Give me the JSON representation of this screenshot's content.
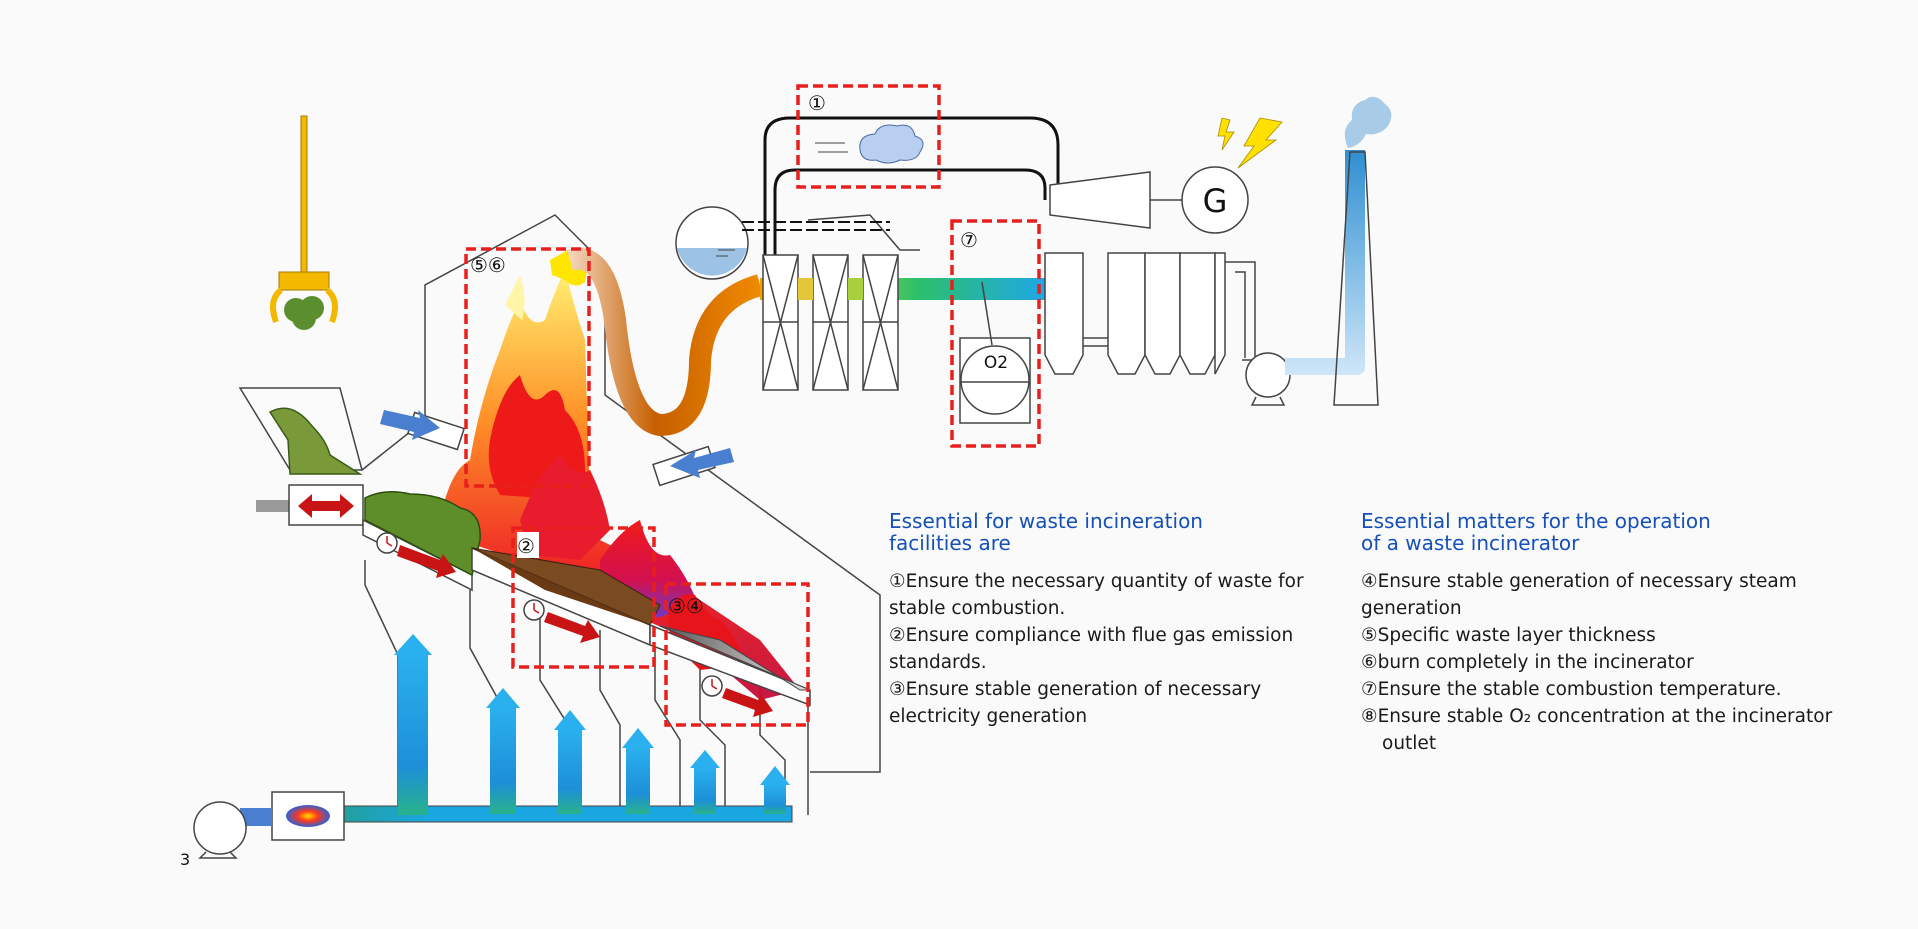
{
  "diagram": {
    "markers": {
      "m1": "①",
      "m2": "②",
      "m34": "③④",
      "m56": "⑤⑥",
      "m7": "⑦"
    },
    "generator_label": "G",
    "o2_label": "O2",
    "page_number": "3",
    "colors": {
      "highlight_box": "#e8201c",
      "heading_blue": "#1550b8",
      "crane_yellow": "#f4b800",
      "air_blue": "#1aa6e0",
      "flame_red": "#e8141c"
    },
    "icons": [
      "crane-grab-icon",
      "generator-icon",
      "lightning-icon",
      "stack-icon",
      "fan-icon",
      "burner-icon",
      "clock-icon",
      "cloud-icon",
      "drum-icon"
    ]
  },
  "left_panel": {
    "heading_line1": "Essential for waste incineration",
    "heading_line2": "facilities are",
    "items": [
      "①Ensure the necessary quantity of waste for",
      "stable combustion.",
      "②Ensure compliance with flue gas emission",
      "standards.",
      "③Ensure stable generation of necessary",
      "electricity generation"
    ]
  },
  "right_panel": {
    "heading_line1": "Essential matters for the operation",
    "heading_line2": "of a waste incinerator",
    "items": [
      "④Ensure stable generation of necessary steam",
      "generation",
      "⑤Specific waste layer thickness",
      "⑥burn completely in the incinerator",
      "⑦Ensure the stable combustion temperature.",
      "⑧Ensure stable O₂ concentration at the incinerator",
      "outlet"
    ]
  }
}
